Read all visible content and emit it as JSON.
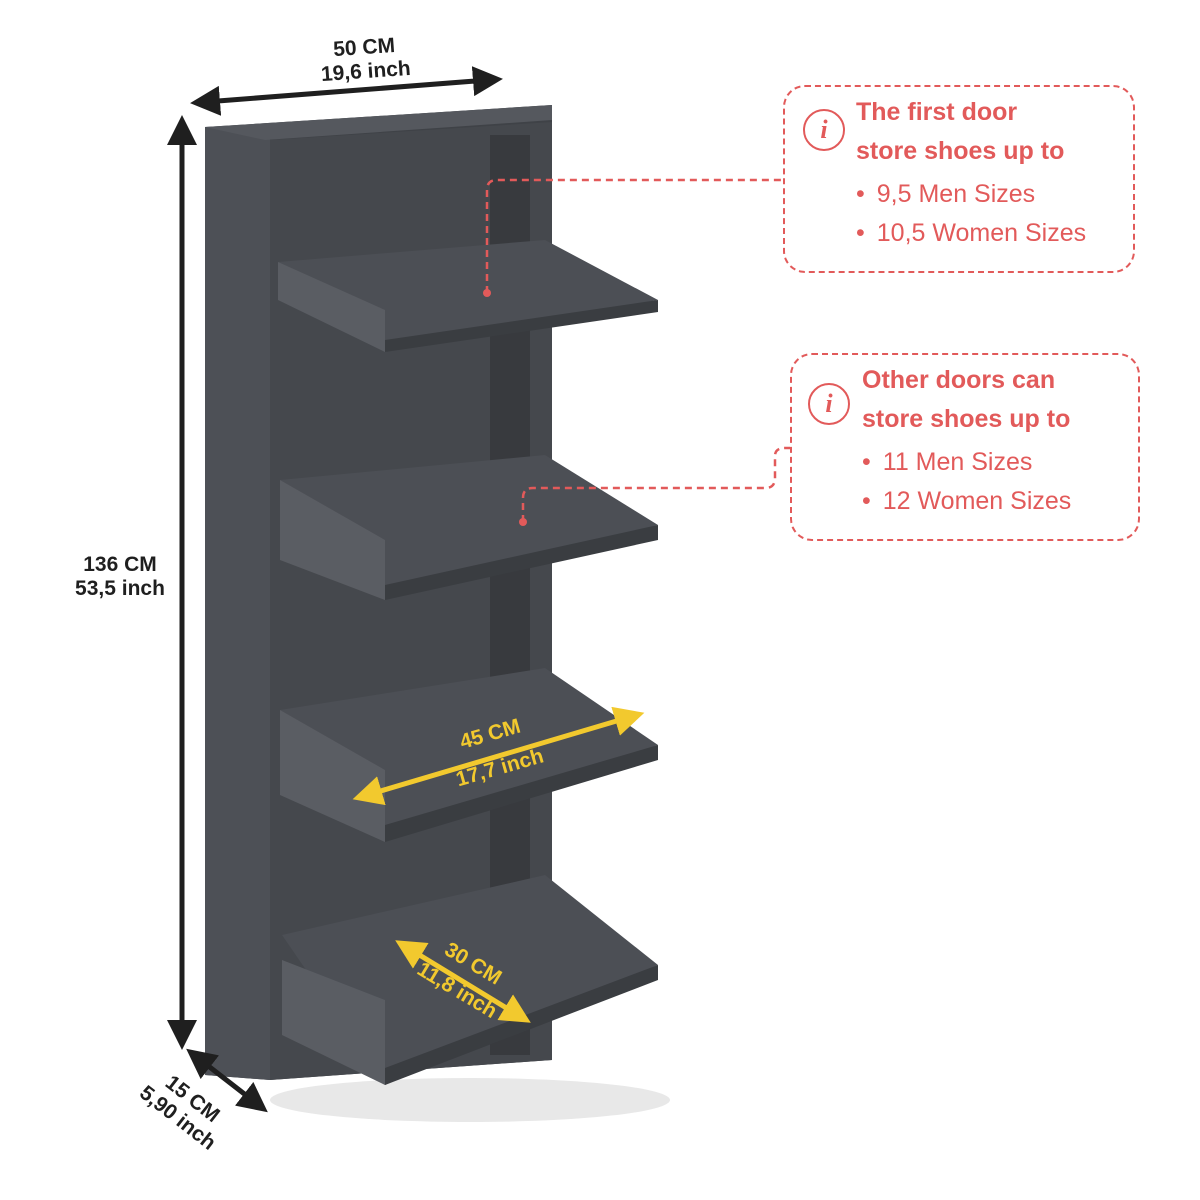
{
  "dimensions": {
    "width": {
      "cm": "50 CM",
      "inch": "19,6 inch"
    },
    "height": {
      "cm": "136 CM",
      "inch": "53,5 inch"
    },
    "depth": {
      "cm": "15 CM",
      "inch": "5,90 inch"
    },
    "shelf_width": {
      "cm": "45 CM",
      "inch": "17,7 inch"
    },
    "shelf_depth": {
      "cm": "30 CM",
      "inch": "11,8 inch"
    }
  },
  "callouts": [
    {
      "icon": "info-icon",
      "title_line1": "The first door",
      "title_line2": "store shoes up to",
      "items": [
        "9,5 Men Sizes",
        "10,5 Women Sizes"
      ]
    },
    {
      "icon": "info-icon",
      "title_line1": "Other doors can",
      "title_line2": "store shoes up to",
      "items": [
        "11 Men Sizes",
        "12 Women Sizes"
      ]
    }
  ],
  "colors": {
    "accent": "#e25a5a",
    "cabinet": "#4a4d52",
    "measure": "#f2c92e",
    "arrow": "#1f1f1f"
  }
}
